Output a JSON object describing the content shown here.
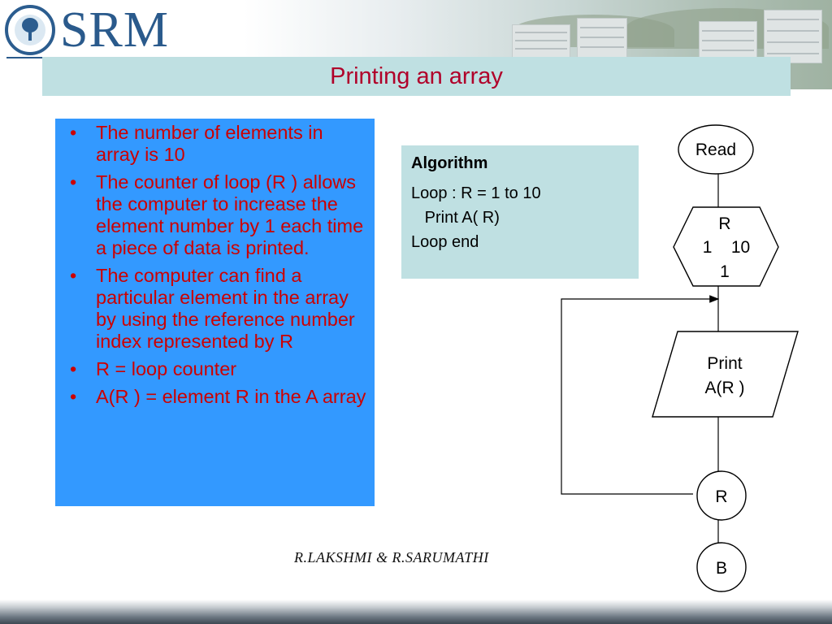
{
  "header": {
    "brand": "SRM",
    "title": "Printing an array"
  },
  "bullets": [
    "The number of elements in array is 10",
    "The counter of loop (R ) allows the computer to increase the element number by 1 each time a piece of data is printed.",
    "The computer can find a particular element in the array by using the reference number index represented by R",
    "R = loop counter",
    "A(R ) = element R in the A array"
  ],
  "algorithm": {
    "heading": "Algorithm",
    "lines": [
      "Loop : R = 1 to 10",
      "   Print A( R)",
      "Loop end"
    ]
  },
  "flowchart": {
    "read": "Read",
    "loop_var": "R",
    "loop_range": "1    10",
    "loop_step": "1",
    "print_line1": "Print",
    "print_line2": "A(R )",
    "counter": "R",
    "end": "B"
  },
  "footer": {
    "authors": "R.LAKSHMI  &  R.SARUMATHI"
  },
  "colors": {
    "title_text": "#b0002a",
    "title_bar": "#bfe0e2",
    "bullet_panel": "#3399ff",
    "bullet_text": "#cc0000",
    "brand": "#2a5a8c"
  }
}
